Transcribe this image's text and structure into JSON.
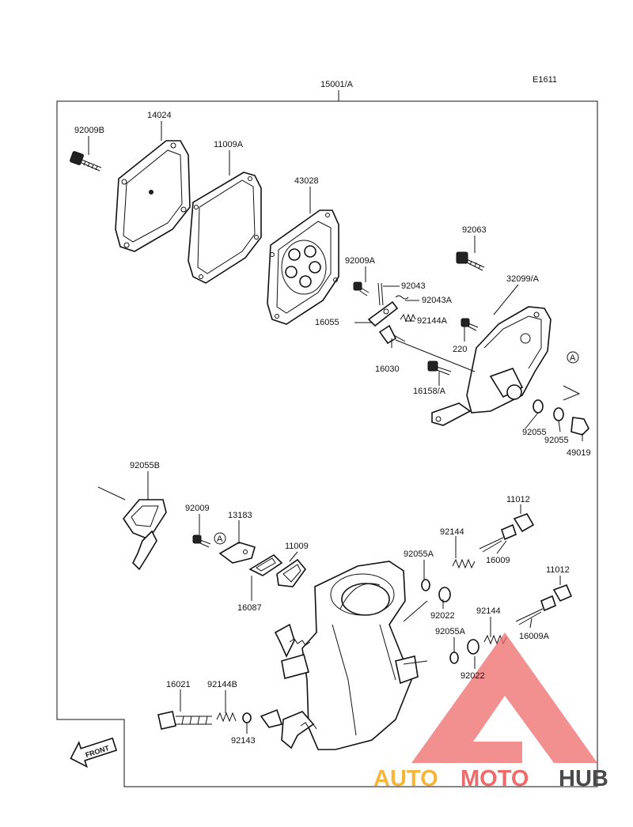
{
  "diagram_code": "E1611",
  "assembly_label": "15001/A",
  "front_label": "FRONT",
  "watermark": {
    "text_auto": "AUTO",
    "text_moto": "MOTO",
    "text_hub": "HUB",
    "colors": {
      "auto": "#f5b53a",
      "moto": "#ef6b6b",
      "hub": "#4a4a4a",
      "triangle": "#ee6b6b"
    }
  },
  "parts": [
    {
      "key": "92009B",
      "label": "92009B"
    },
    {
      "key": "14024",
      "label": "14024"
    },
    {
      "key": "11009A",
      "label": "11009A"
    },
    {
      "key": "43028",
      "label": "43028"
    },
    {
      "key": "92063",
      "label": "92063"
    },
    {
      "key": "32099A",
      "label": "32099/A"
    },
    {
      "key": "92009A",
      "label": "92009A"
    },
    {
      "key": "92043",
      "label": "92043"
    },
    {
      "key": "92043A",
      "label": "92043A"
    },
    {
      "key": "16055",
      "label": "16055"
    },
    {
      "key": "92144A_top",
      "label": "92144A"
    },
    {
      "key": "220",
      "label": "220"
    },
    {
      "key": "16030",
      "label": "16030"
    },
    {
      "key": "16158A",
      "label": "16158/A"
    },
    {
      "key": "92055_a",
      "label": "92055"
    },
    {
      "key": "92055_b",
      "label": "92055"
    },
    {
      "key": "49019",
      "label": "49019"
    },
    {
      "key": "92055B",
      "label": "92055B"
    },
    {
      "key": "92009",
      "label": "92009"
    },
    {
      "key": "13183",
      "label": "13183"
    },
    {
      "key": "11009",
      "label": "11009"
    },
    {
      "key": "11012_a",
      "label": "11012"
    },
    {
      "key": "92144_a",
      "label": "92144"
    },
    {
      "key": "16009",
      "label": "16009"
    },
    {
      "key": "92055A_a",
      "label": "92055A"
    },
    {
      "key": "16087",
      "label": "16087"
    },
    {
      "key": "92022_a",
      "label": "92022"
    },
    {
      "key": "11012_b",
      "label": "11012"
    },
    {
      "key": "92144_b",
      "label": "92144"
    },
    {
      "key": "16009A",
      "label": "16009A"
    },
    {
      "key": "92055A_b",
      "label": "92055A"
    },
    {
      "key": "92022_b",
      "label": "92022"
    },
    {
      "key": "16021",
      "label": "16021"
    },
    {
      "key": "92144B",
      "label": "92144B"
    },
    {
      "key": "92143",
      "label": "92143"
    }
  ],
  "callout_marker": "A"
}
